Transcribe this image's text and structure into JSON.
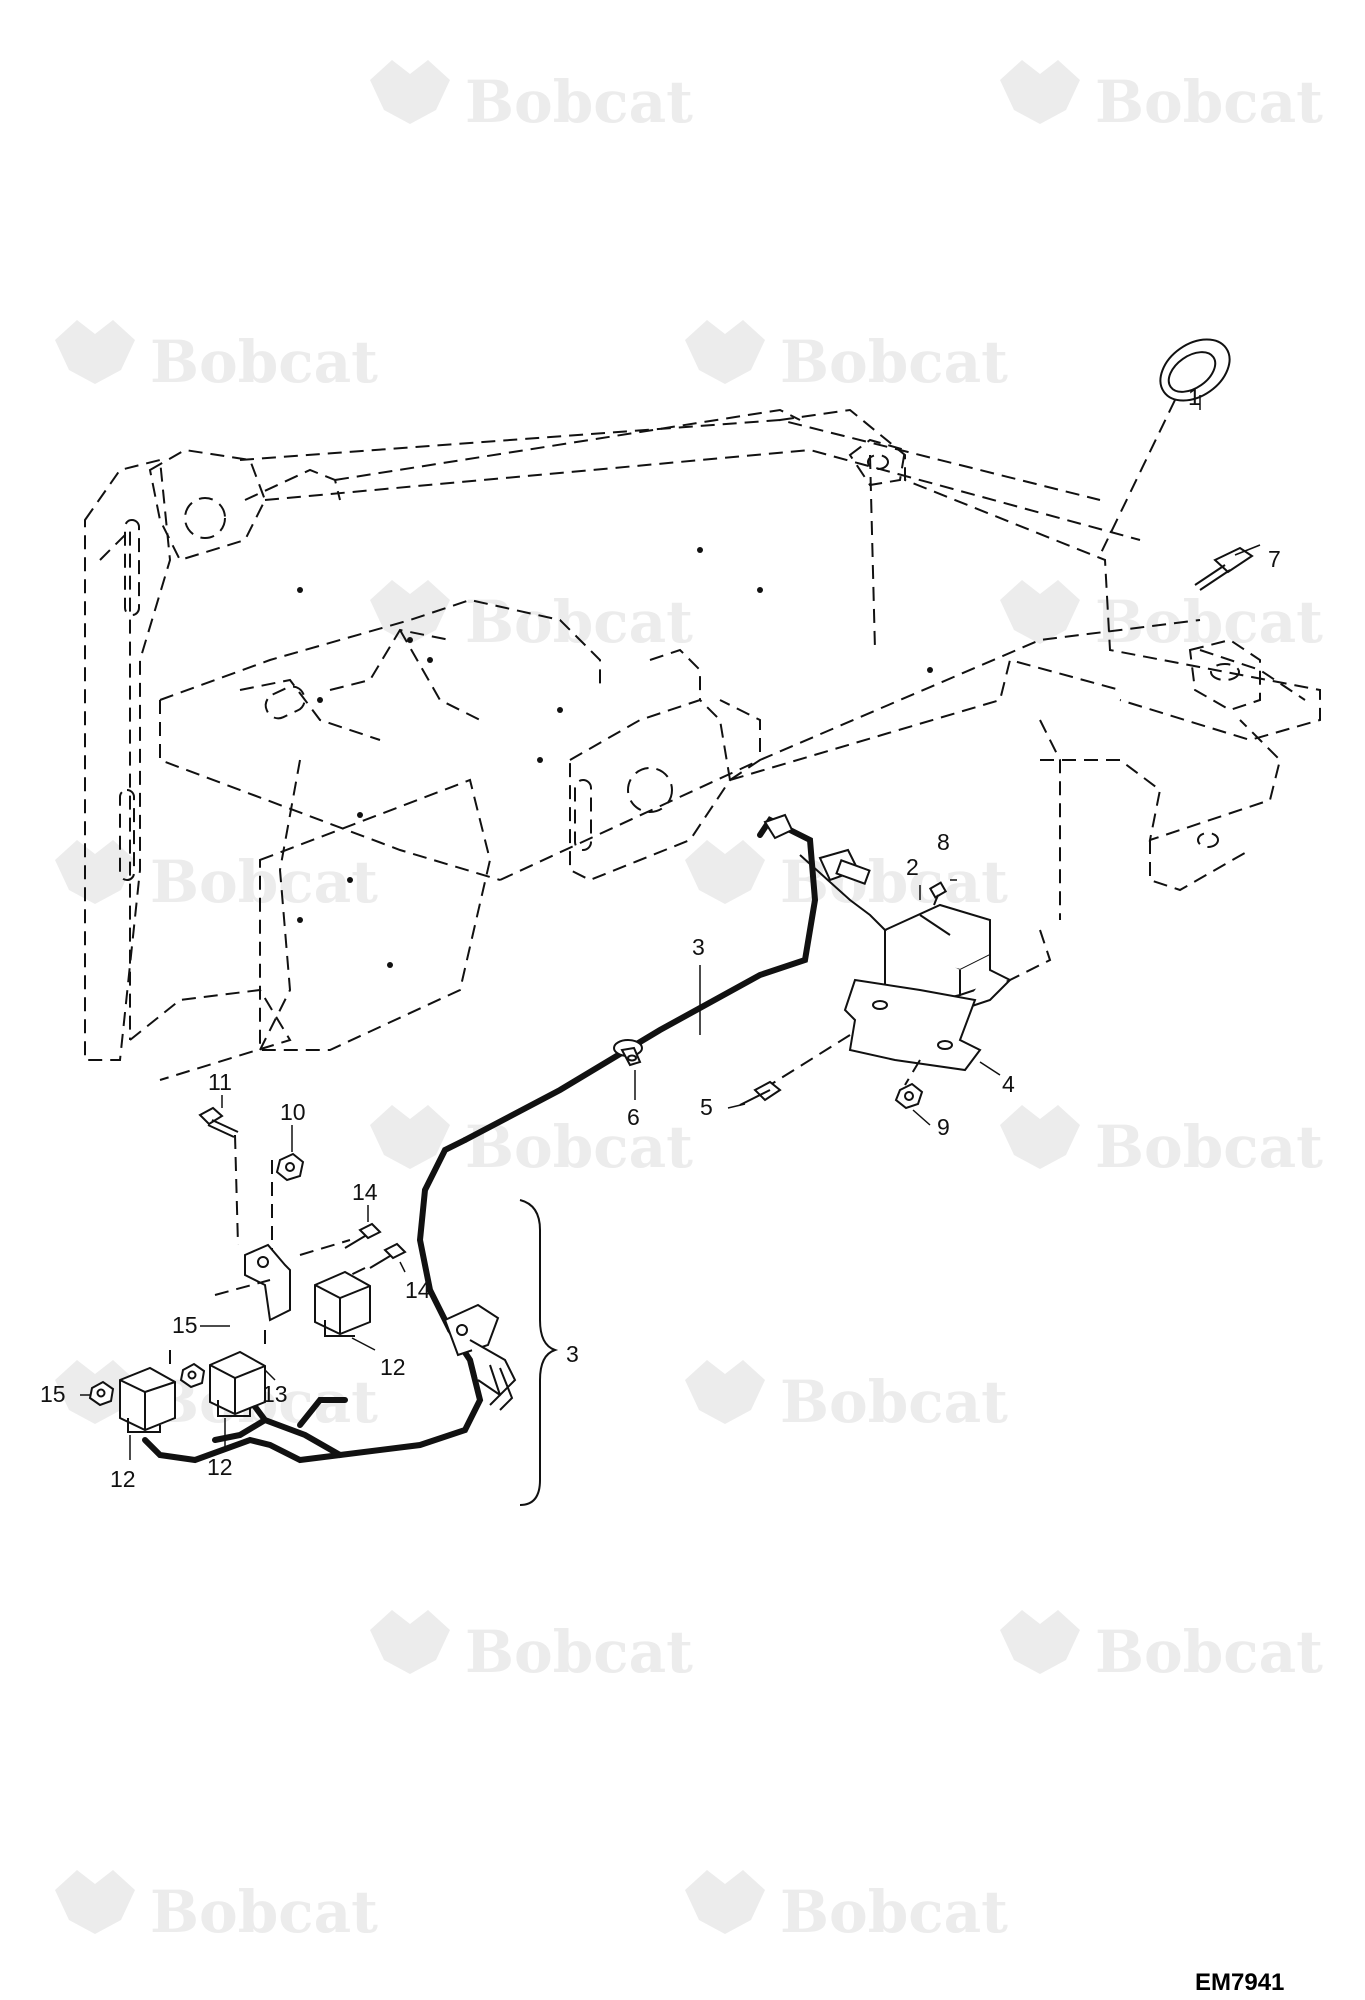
{
  "brand": {
    "watermark_text": "Bobcat",
    "registered_mark": "®",
    "watermark_color": "#ececec",
    "line_color": "#111111"
  },
  "drawing_code": "EM7941",
  "callouts": {
    "c1": "1",
    "c2": "2",
    "c3_top": "3",
    "c3_bracket": "3",
    "c4": "4",
    "c5": "5",
    "c6": "6",
    "c7": "7",
    "c8": "8",
    "c9": "9",
    "c10": "10",
    "c11": "11",
    "c12_a": "12",
    "c12_b": "12",
    "c12_c": "12",
    "c13": "13",
    "c14_a": "14",
    "c14_b": "14",
    "c15_a": "15",
    "c15_b": "15"
  }
}
